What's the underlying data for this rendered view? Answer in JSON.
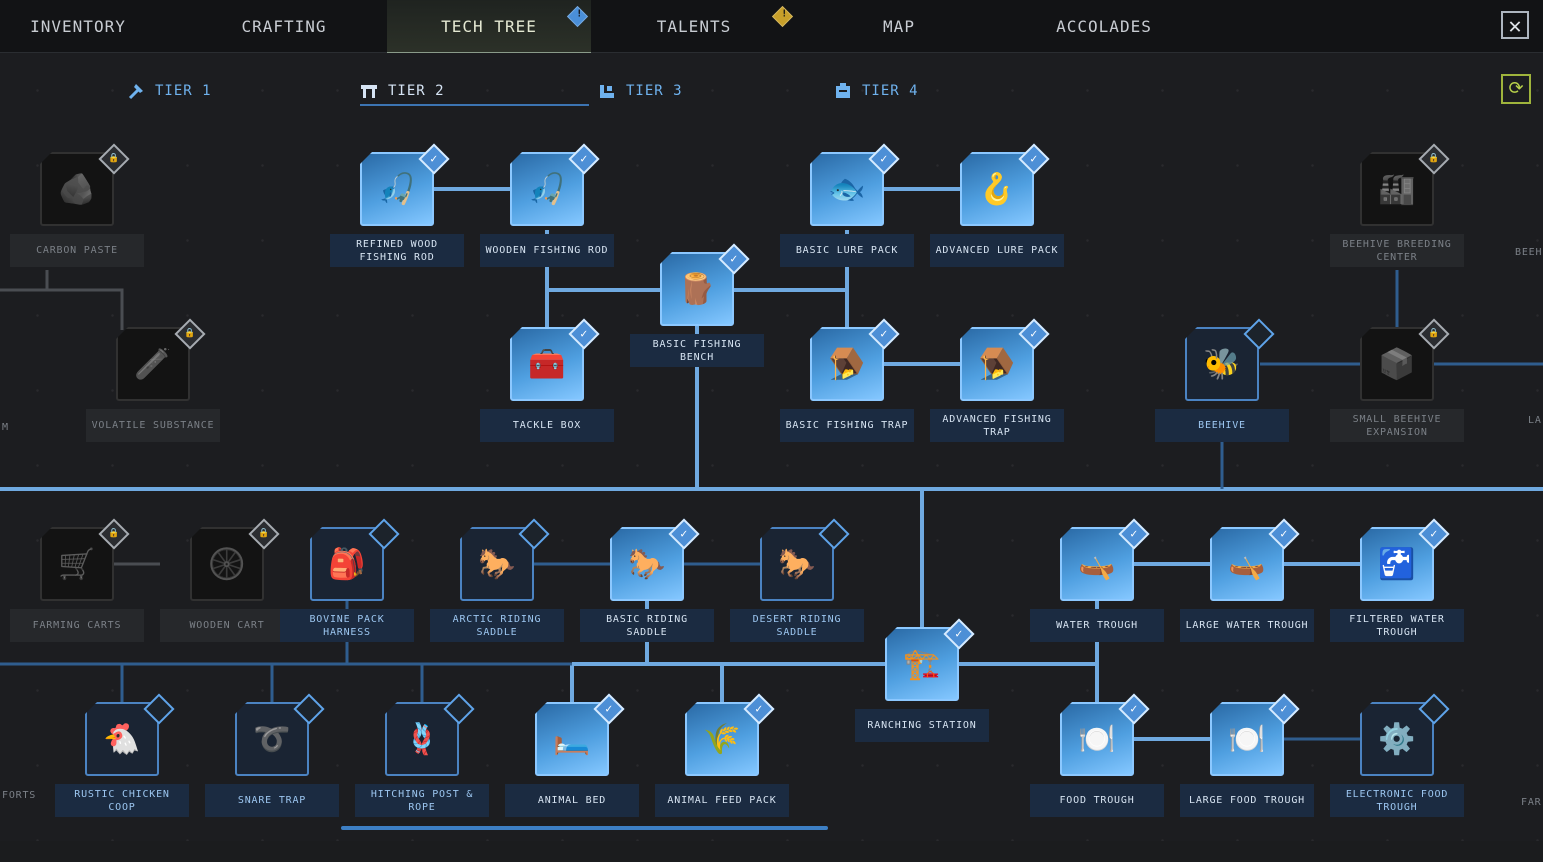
{
  "main_tabs": [
    "INVENTORY",
    "CRAFTING",
    "TECH TREE",
    "TALENTS",
    "MAP",
    "ACCOLADES"
  ],
  "close_icon": "✕",
  "refresh_icon": "⟳",
  "tiers": [
    "TIER 1",
    "TIER 2",
    "TIER 3",
    "TIER 4"
  ],
  "colors": {
    "accent_blue": "#4f9fe0",
    "tier_text": "#6fb2ee",
    "alert_blue": "#4a8fd8",
    "alert_gold": "#c8a02a",
    "line": "#6fa9e0"
  },
  "nodes": [
    {
      "name": "CARBON PASTE",
      "state": "locked",
      "icon": "🪨"
    },
    {
      "name": "VOLATILE SUBSTANCE",
      "state": "locked",
      "icon": "🧪"
    },
    {
      "name": "REFINED WOOD FISHING ROD",
      "state": "done",
      "icon": "🎣"
    },
    {
      "name": "WOODEN FISHING ROD",
      "state": "done",
      "icon": "🎣"
    },
    {
      "name": "BASIC FISHING BENCH",
      "state": "done",
      "icon": "🪵"
    },
    {
      "name": "TACKLE BOX",
      "state": "done",
      "icon": "🧰"
    },
    {
      "name": "BASIC LURE PACK",
      "state": "done",
      "icon": "🐟"
    },
    {
      "name": "ADVANCED LURE PACK",
      "state": "done",
      "icon": "🪝"
    },
    {
      "name": "BASIC FISHING TRAP",
      "state": "done",
      "icon": "🪤"
    },
    {
      "name": "ADVANCED FISHING TRAP",
      "state": "done",
      "icon": "🪤"
    },
    {
      "name": "BEEHIVE",
      "state": "avail",
      "icon": "🐝"
    },
    {
      "name": "BEEHIVE BREEDING CENTER",
      "state": "locked",
      "icon": "🏭"
    },
    {
      "name": "SMALL BEEHIVE EXPANSION",
      "state": "locked",
      "icon": "📦"
    },
    {
      "name": "FARMING CARTS",
      "state": "locked",
      "icon": "🛒"
    },
    {
      "name": "WOODEN CART",
      "state": "locked",
      "icon": "🛞"
    },
    {
      "name": "BOVINE PACK HARNESS",
      "state": "avail",
      "icon": "🎒"
    },
    {
      "name": "ARCTIC RIDING SADDLE",
      "state": "avail",
      "icon": "🐎"
    },
    {
      "name": "BASIC RIDING SADDLE",
      "state": "done",
      "icon": "🐎"
    },
    {
      "name": "DESERT RIDING SADDLE",
      "state": "avail",
      "icon": "🐎"
    },
    {
      "name": "RANCHING STATION",
      "state": "done",
      "icon": "🏗️"
    },
    {
      "name": "WATER TROUGH",
      "state": "done",
      "icon": "🛶"
    },
    {
      "name": "LARGE WATER TROUGH",
      "state": "done",
      "icon": "🛶"
    },
    {
      "name": "FILTERED WATER TROUGH",
      "state": "done",
      "icon": "🚰"
    },
    {
      "name": "RUSTIC CHICKEN COOP",
      "state": "avail",
      "icon": "🐔"
    },
    {
      "name": "SNARE TRAP",
      "state": "avail",
      "icon": "➰"
    },
    {
      "name": "HITCHING POST & ROPE",
      "state": "avail",
      "icon": "🪢"
    },
    {
      "name": "ANIMAL BED",
      "state": "done",
      "icon": "🛏️"
    },
    {
      "name": "ANIMAL FEED PACK",
      "state": "done",
      "icon": "🌾"
    },
    {
      "name": "FOOD TROUGH",
      "state": "done",
      "icon": "🍽️"
    },
    {
      "name": "LARGE FOOD TROUGH",
      "state": "done",
      "icon": "🍽️"
    },
    {
      "name": "ELECTRONIC FOOD TROUGH",
      "state": "avail",
      "icon": "⚙️"
    }
  ],
  "partial_labels": [
    "BEEH",
    "M",
    "LA",
    "FORTS",
    "FAR"
  ]
}
